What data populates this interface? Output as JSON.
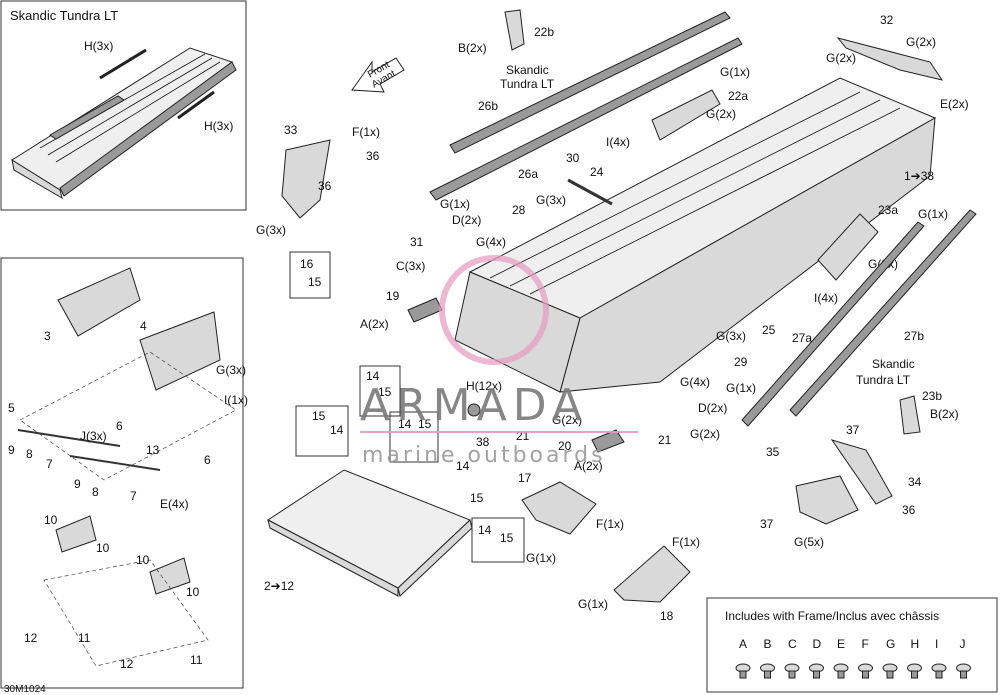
{
  "inset_title": "Skandic Tundra LT",
  "inset_labels": {
    "h3x_top": "H(3x)",
    "h3x_bottom": "H(3x)"
  },
  "front_arrow": {
    "line1": "Front",
    "line2": "Avant"
  },
  "top_rails": {
    "b2x": "B(2x)",
    "p22b": "22b",
    "skandic": "Skandic",
    "tundra": "Tundra LT",
    "p26b": "26b",
    "g1x_a": "G(1x)",
    "p26a": "26a",
    "g1x_b": "G(1x)",
    "d2x": "D(2x)"
  },
  "right_top": {
    "p32": "32",
    "g2x_a": "G(2x)",
    "g2x_b": "G(2x)",
    "e2x": "E(2x)"
  },
  "brackets": {
    "p22a": "22a",
    "g2x_c": "G(2x)",
    "i4x_a": "I(4x)",
    "p24": "24",
    "p30": "30",
    "p23a": "23a",
    "g2x_d": "G(2x)",
    "g1x_c": "G(1x)",
    "p1_38": "1➔38",
    "i4x_b": "I(4x)",
    "p25": "25",
    "p27a": "27a",
    "p27b": "27b",
    "skandic2": "Skandic",
    "tundra2": "Tundra LT",
    "p23b": "23b",
    "b2x_b": "B(2x)",
    "g1x_d": "G(1x)",
    "d2x_b": "D(2x)"
  },
  "left_parts": {
    "p33": "33",
    "f1x": "F(1x)",
    "p36_a": "36",
    "p36_b": "36",
    "g3x": "G(3x)",
    "p31": "31",
    "c3x": "C(3x)",
    "p16": "16",
    "p15": "15",
    "p19": "19",
    "a2x": "A(2x)",
    "g4x": "G(4x)",
    "p28": "28",
    "g3x_b": "G(3x)"
  },
  "center": {
    "h12x": "H(12x)",
    "p38": "38",
    "p21_a": "21",
    "p21_b": "21",
    "g2x_e": "G(2x)",
    "g2x_f": "G(2x)",
    "p20": "20",
    "a2x_b": "A(2x)",
    "g3x_c": "G(3x)",
    "p29": "29",
    "g4x_b": "G(4x)",
    "p14_a": "14",
    "p15_a": "15",
    "p15_b": "15",
    "p14_b": "14",
    "p14_c": "14",
    "p15_c": "15",
    "p14_d": "14",
    "p15_d": "15",
    "p14_e": "14",
    "p15_e": "15",
    "p2_12": "2➔12"
  },
  "lower_parts": {
    "p17": "17",
    "f1x_b": "F(1x)",
    "g1x_e": "G(1x)",
    "f1x_c": "F(1x)",
    "g1x_f": "G(1x)",
    "p18": "18",
    "p35": "35",
    "p37_a": "37",
    "p34": "34",
    "p36_c": "36",
    "p37_b": "37",
    "g5x": "G(5x)"
  },
  "left_panel": {
    "p3": "3",
    "p4": "4",
    "g3x": "G(3x)",
    "i1x": "I(1x)",
    "p5": "5",
    "j3x": "J(3x)",
    "p6_a": "6",
    "p6_b": "6",
    "p9_a": "9",
    "p8_a": "8",
    "p7_a": "7",
    "p13": "13",
    "p9_b": "9",
    "p8_b": "8",
    "p7_b": "7",
    "e4x": "E(4x)",
    "p10_a": "10",
    "p10_b": "10",
    "p10_c": "10",
    "p10_d": "10",
    "p12_a": "12",
    "p11_a": "11",
    "p12_b": "12",
    "p11_b": "11"
  },
  "watermark": {
    "brand": "ARMADA",
    "tagline": "marine outboards"
  },
  "legend": {
    "title": "Includes with Frame/Inclus avec châssis",
    "letters": [
      "A",
      "B",
      "C",
      "D",
      "E",
      "F",
      "G",
      "H",
      "I",
      "J"
    ]
  },
  "footer_code": "30M1024"
}
